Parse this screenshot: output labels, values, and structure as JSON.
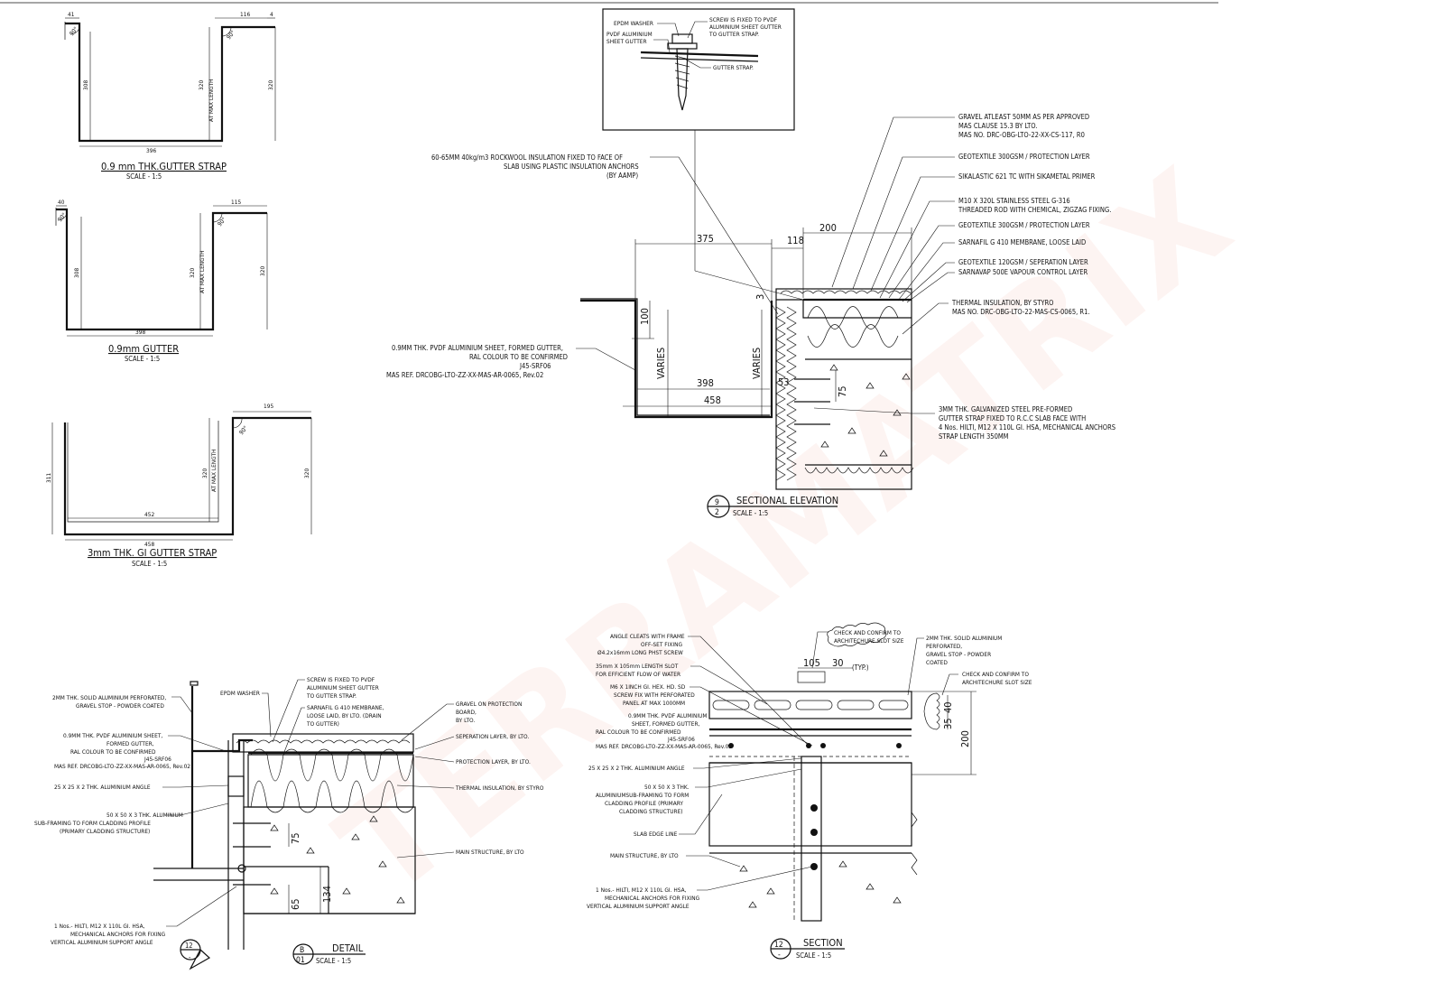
{
  "watermark": "TERRAMATRIX",
  "strap1": {
    "title": "0.9 mm THK.GUTTER STRAP",
    "scale": "SCALE - 1:5",
    "dims": {
      "top_left": "41",
      "top_right": "116",
      "lip": "4",
      "angle_l": "90°",
      "angle_r": "90°",
      "left_h": "308",
      "mid_h": "320",
      "mid_note": "AT MAX LENGTH",
      "right_h": "320",
      "bottom": "396"
    }
  },
  "gutter": {
    "title": "0.9mm GUTTER",
    "scale": "SCALE - 1:5",
    "dims": {
      "top_left": "40",
      "top_right": "115",
      "angle_l": "90°",
      "angle_r": "90°",
      "left_h": "308",
      "mid_h": "320",
      "mid_note": "AT MAX LENGTH",
      "right_h": "320",
      "bottom": "398"
    }
  },
  "strap3": {
    "title": "3mm THK. GI GUTTER STRAP",
    "scale": "SCALE - 1:5",
    "dims": {
      "top_right": "195",
      "angle_r": "90°",
      "left_h": "311",
      "mid_h": "320",
      "mid_note": "AT MAX LENGTH",
      "right_h": "320",
      "inner": "452",
      "bottom": "458"
    }
  },
  "elevation": {
    "title": "SECTIONAL ELEVATION",
    "scale": "SCALE - 1:5",
    "tag_num": "9",
    "tag_sheet": "2",
    "inset": {
      "epdm": "EPDM WASHER",
      "pvdf": [
        "PVDF ALUMINIUM",
        "SHEET GUTTER"
      ],
      "screw": [
        "SCREW IS FIXED TO PVDF",
        "ALUMINIUM SHEET GUTTER",
        "TO GUTTER STRAP."
      ],
      "strap": "GUTTER STRAP."
    },
    "dims": {
      "d375": "375",
      "d118": "118",
      "d200": "200",
      "d3": "3",
      "d100": "100",
      "varies1": "VARIES",
      "varies2": "VARIES",
      "d398": "398",
      "d458": "458",
      "d53": "53",
      "d75": "75"
    },
    "rockwool": [
      "60-65MM 40kg/m3 ROCKWOOL INSULATION FIXED TO FACE OF",
      "SLAB USING PLASTIC INSULATION ANCHORS",
      "(BY AAMP)"
    ],
    "gutter_note": [
      "0.9MM THK. PVDF ALUMINIUM SHEET, FORMED GUTTER,",
      "RAL COLOUR TO BE CONFIRMED",
      "J45-SRF06",
      "MAS REF. DRCOBG-LTO-ZZ-XX-MAS-AR-0065, Rev.02"
    ],
    "right_notes": [
      [
        "GRAVEL ATLEAST 50MM AS PER APPROVED",
        "MAS CLAUSE 15.3 BY LTO.",
        "MAS NO. DRC-OBG-LTO-22-XX-CS-117, R0"
      ],
      [
        "GEOTEXTILE 300GSM / PROTECTION LAYER"
      ],
      [
        "SIKALASTIC 621 TC WITH SIKAMETAL PRIMER"
      ],
      [
        "M10 X 320L STAINLESS STEEL G-316",
        "THREADED ROD WITH CHEMICAL, ZIGZAG FIXING."
      ],
      [
        "GEOTEXTILE 300GSM / PROTECTION LAYER"
      ],
      [
        "SARNAFIL G 410 MEMBRANE, LOOSE LAID"
      ],
      [
        "GEOTEXTILE 120GSM / SEPERATION LAYER"
      ],
      [
        "SARNAVAP 500E VAPOUR CONTROL LAYER"
      ],
      [
        "THERMAL INSULATION, BY STYRO",
        "MAS NO. DRC-OBG-LTO-22-MAS-CS-0065, R1."
      ],
      [
        "3MM THK. GALVANIZED STEEL PRE-FORMED",
        "GUTTER STRAP FIXED TO R.C.C SLAB FACE WITH",
        "4 Nos. HILTI, M12 X 110L GI. HSA, MECHANICAL ANCHORS",
        "STRAP LENGTH 350MM"
      ]
    ]
  },
  "detail": {
    "title": "DETAIL",
    "scale": "SCALE - 1:5",
    "tag_num": "B",
    "tag_sheet": "01",
    "marker_num": "12",
    "marker_sheet": "-",
    "dims": {
      "d75": "75",
      "d65": "65",
      "d134": "134"
    },
    "left_notes": [
      [
        "2MM THK. SOLID ALUMINIUM PERFORATED,",
        "GRAVEL STOP - POWDER COATED"
      ],
      [
        "0.9MM THK. PVDF ALUMINIUM SHEET,",
        "FORMED GUTTER,",
        "RAL COLOUR TO BE CONFIRMED",
        "J45-SRF06",
        "MAS REF. DRCOBG-LTO-ZZ-XX-MAS-AR-0065, Rev.02"
      ],
      [
        "25 X 25 X 2 THK. ALUMINIUM ANGLE"
      ],
      [
        "50 X 50 X 3 THK. ALUMINIUM",
        "SUB-FRAMING TO FORM CLADDING PROFILE",
        "(PRIMARY CLADDING STRUCTURE)"
      ],
      [
        "1 Nos.- HILTI, M12 X 110L GI. HSA,",
        "MECHANICAL ANCHORS FOR FIXING",
        "VERTICAL ALUMINIUM SUPPORT ANGLE"
      ]
    ],
    "top_notes": {
      "epdm": "EPDM WASHER",
      "screw": [
        "SCREW IS FIXED TO PVDF",
        "ALUMINIUM SHEET GUTTER",
        "TO GUTTER STRAP."
      ],
      "sarnafil": [
        "SARNAFIL G 410 MEMBRANE,",
        "LOOSE LAID, BY LTO. (DRAIN",
        "TO GUTTER)"
      ]
    },
    "right_notes": [
      [
        "GRAVEL ON PROTECTION",
        "BOARD,",
        "BY LTO."
      ],
      [
        "SEPERATION LAYER, BY LTO."
      ],
      [
        "PROTECTION LAYER, BY LTO."
      ],
      [
        "THERMAL INSULATION, BY STYRO"
      ],
      [
        "MAIN STRUCTURE, BY LTO"
      ]
    ]
  },
  "section": {
    "title": "SECTION",
    "scale": "SCALE - 1:5",
    "tag_num": "12",
    "tag_sheet": "-",
    "dims": {
      "d105": "105",
      "d30": "30",
      "typ": "(TYP.)",
      "d35": "35",
      "d40": "40",
      "d200": "200"
    },
    "left_notes": [
      [
        "ANGLE CLEATS WITH FRAME",
        "OFF-SET FIXING",
        "Ø4.2x16mm LONG PHST SCREW"
      ],
      [
        "35mm X 105mm LENGTH SLOT",
        "FOR EFFICIENT FLOW OF WATER"
      ],
      [
        "M6 X 1INCH GI. HEX. HD. SD",
        "SCREW FIX WITH PERFORATED",
        "PANEL AT MAX 1000MM"
      ],
      [
        "0.9MM THK. PVDF ALUMINIUM",
        "SHEET, FORMED GUTTER,",
        "RAL COLOUR TO BE CONFIRMED",
        "J45-SRF06",
        "MAS REF. DRCOBG-LTO-ZZ-XX-MAS-AR-0065, Rev.02"
      ],
      [
        "25 X 25 X 2 THK. ALUMINIUM ANGLE"
      ],
      [
        "50 X 50 X 3 THK.",
        "ALUMINIUMSUB-FRAMING TO FORM",
        "CLADDING PROFILE (PRIMARY",
        "CLADDING STRUCTURE)"
      ],
      [
        "SLAB EDGE LINE"
      ],
      [
        "MAIN STRUCTURE, BY LTO"
      ],
      [
        "1 Nos.- HILTI, M12 X 110L GI. HSA,",
        "MECHANICAL ANCHORS FOR FIXING",
        "VERTICAL ALUMINIUM SUPPORT ANGLE"
      ]
    ],
    "cloud1": [
      "CHECK AND CONFIRM TO",
      "ARCHITECHURE SLOT SIZE"
    ],
    "gravel_stop": [
      "2MM THK. SOLID ALUMINIUM",
      "PERFORATED,",
      "GRAVEL STOP - POWDER",
      "COATED"
    ],
    "cloud2": [
      "CHECK AND CONFIRM TO",
      "ARCHITECHURE SLOT SIZE"
    ]
  }
}
